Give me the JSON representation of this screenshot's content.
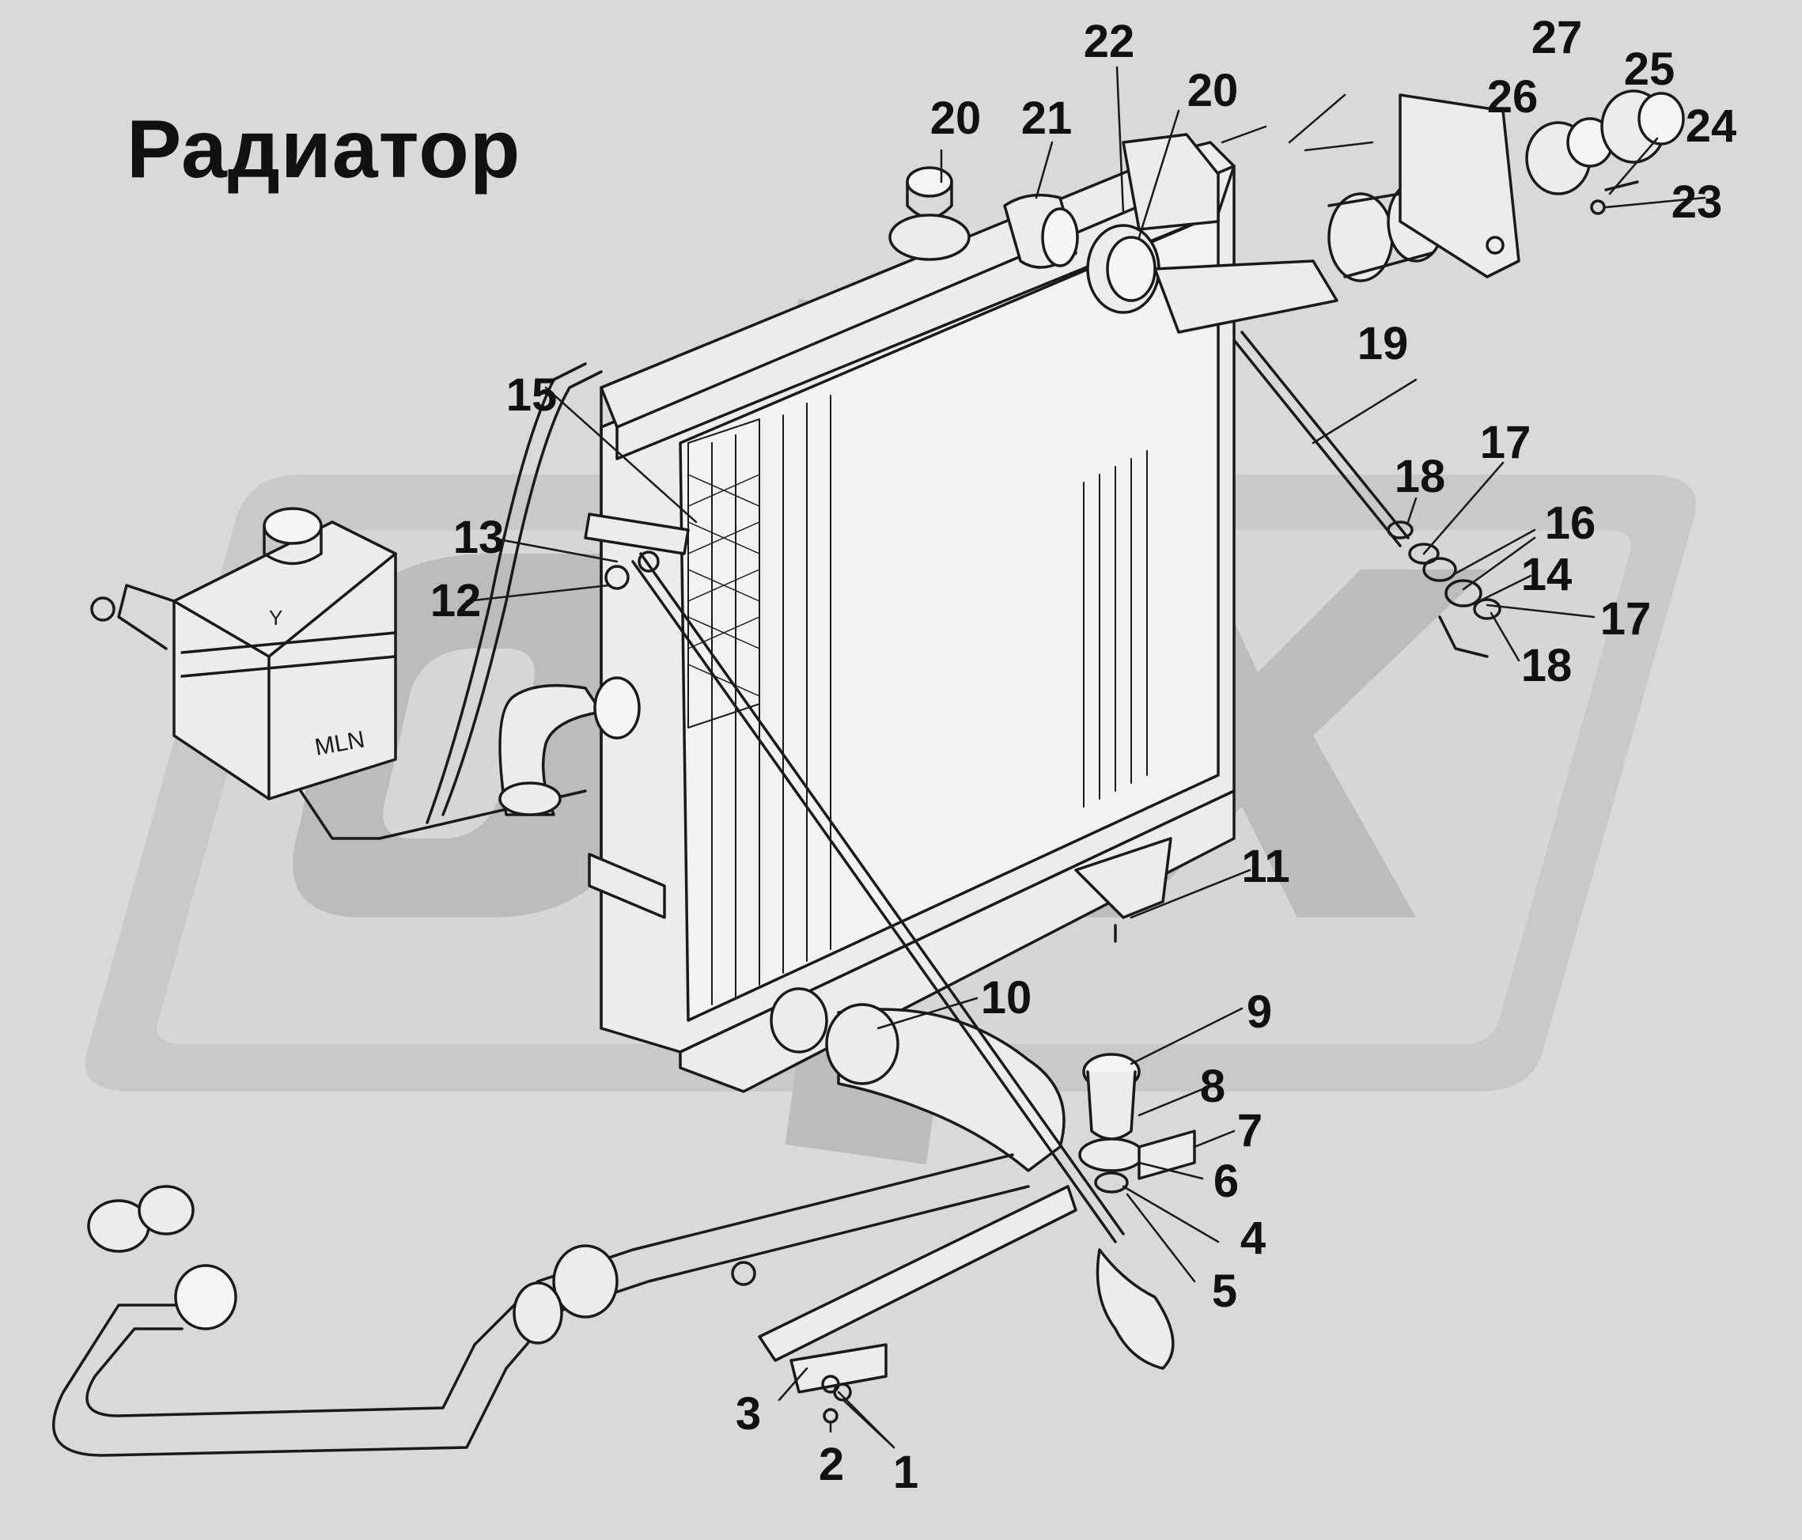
{
  "title": "Радиатор",
  "watermark": "ORX",
  "tank_marking": "MLN",
  "tank_mark_top": "Y",
  "colors": {
    "background": "#d9d9d9",
    "watermark": "#c4c4c4",
    "watermark_inner": "#bdbdbd",
    "line": "#1a1a1a",
    "part_fill": "#ececec"
  },
  "callouts": {
    "c1": "1",
    "c2": "2",
    "c3": "3",
    "c4": "4",
    "c5": "5",
    "c6": "6",
    "c7": "7",
    "c8": "8",
    "c9": "9",
    "c10": "10",
    "c11": "11",
    "c12": "12",
    "c13": "13",
    "c14": "14",
    "c15": "15",
    "c16": "16",
    "c17a": "17",
    "c17b": "17",
    "c18a": "18",
    "c18b": "18",
    "c19": "19",
    "c20a": "20",
    "c20b": "20",
    "c21": "21",
    "c22": "22",
    "c23": "23",
    "c24": "24",
    "c25": "25",
    "c26": "26",
    "c27": "27"
  }
}
